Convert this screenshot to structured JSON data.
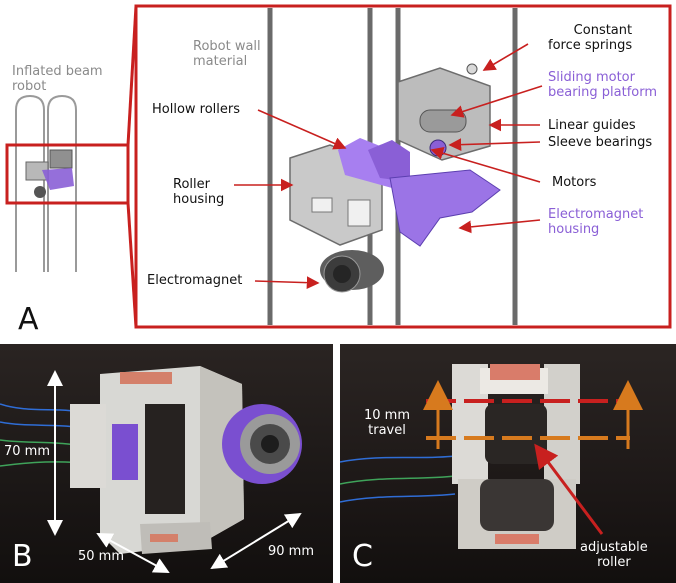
{
  "panel_a": {
    "letter": "A",
    "inflated_beam_label": "Inflated beam\nrobot",
    "robot_wall_label": "Robot wall\nmaterial",
    "hollow_rollers": "Hollow rollers",
    "roller_housing": "Roller\nhousing",
    "electromagnet": "Electromagnet",
    "constant_force_springs": "Constant\nforce springs",
    "sliding_motor_platform": "Sliding motor\nbearing platform",
    "linear_guides": "Linear guides",
    "sleeve_bearings": "Sleeve bearings",
    "motors": "Motors",
    "electromagnet_housing": "Electromagnet\nhousing"
  },
  "panel_b": {
    "letter": "B",
    "height_label": "70 mm",
    "width_label": "50 mm",
    "depth_label": "90 mm"
  },
  "panel_c": {
    "letter": "C",
    "travel_label": "10 mm\ntravel",
    "adjustable_label": "adjustable\nroller"
  },
  "colors": {
    "callout_red": "#c8201f",
    "accent_purple": "#8a5fd6",
    "orange": "#d77a1e"
  }
}
